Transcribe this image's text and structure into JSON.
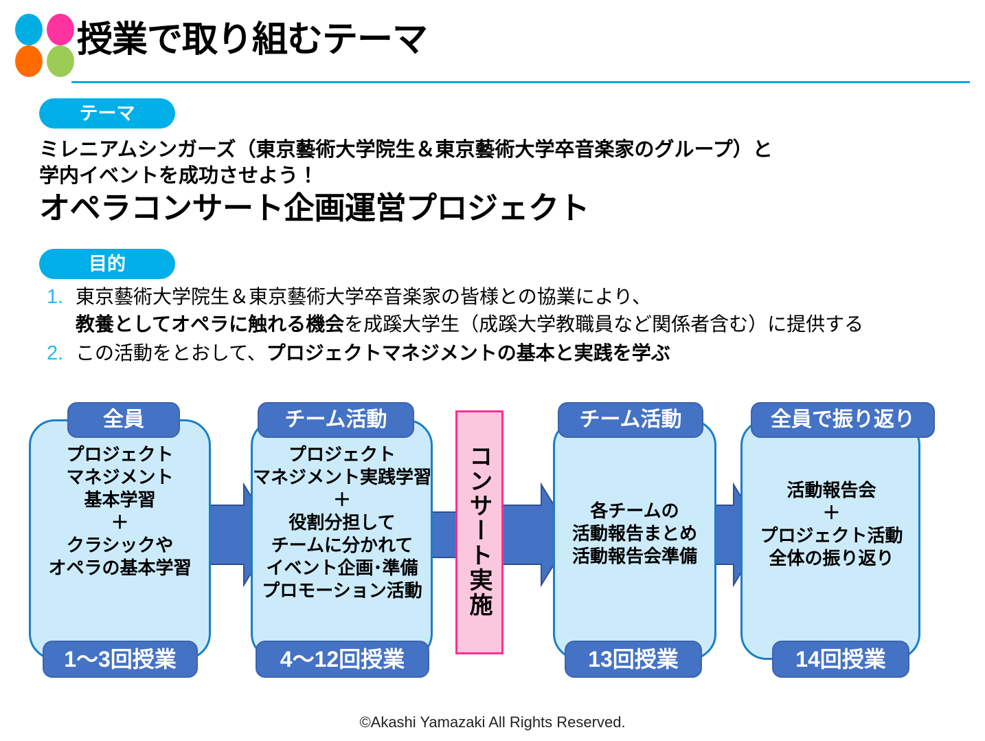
{
  "header": {
    "title": "授業で取り組むテーマ",
    "logo_colors": [
      "#00AEE3",
      "#FF33A0",
      "#FF6B00",
      "#9BCC56"
    ],
    "rule_color": "#00A9E0"
  },
  "theme": {
    "badge": "テーマ",
    "line1": "ミレニアムシンガーズ（東京藝術大学院生＆東京藝術大学卒音楽家のグループ）と",
    "line2": "学内イベントを成功させよう！",
    "project": "オペラコンサート企画運営プロジェクト"
  },
  "purpose": {
    "badge": "目的",
    "items": [
      {
        "num": "1.",
        "line1_plain": "東京藝術大学院生＆東京藝術大学卒音楽家の皆様との協業により、",
        "line2_bold": "教養としてオペラに触れる機会",
        "line2_plain": "を成蹊大学生（成蹊大学教職員など関係者含む）に提供する"
      },
      {
        "num": "2.",
        "line1_plain": "この活動をとおして、",
        "line1_bold": "プロジェクトマネジメントの基本と実践を学ぶ"
      }
    ]
  },
  "flow": {
    "steps": [
      {
        "head": "全員",
        "body": "プロジェクト\nマネジメント\n基本学習\n＋\nクラシックや\nオペラの基本学習",
        "foot": "1〜3回授業"
      },
      {
        "head": "チーム活動",
        "body": "プロジェクト\nマネジメント実践学習\n＋\n役割分担して\nチームに分かれて\nイベント企画･準備\nプロモーション活動",
        "foot": "4〜12回授業"
      },
      {
        "head": "チーム活動",
        "body": "各チームの\n活動報告まとめ\n活動報告会準備",
        "foot": "13回授業"
      },
      {
        "head": "全員で振り返り",
        "body": "活動報告会\n＋\nプロジェクト活動\n全体の振り返り",
        "foot": "14回授業"
      }
    ],
    "concert": {
      "label": "コンサート実施",
      "fill": "#FBC7DE",
      "border": "#FF2E92"
    },
    "box_fill": "#CCEBFA",
    "box_border": "#1B7EC6",
    "pill_fill": "#4472C4",
    "arrow_fill": "#4472C4"
  },
  "footer": {
    "copyright": "©Akashi Yamazaki All Rights Reserved."
  }
}
